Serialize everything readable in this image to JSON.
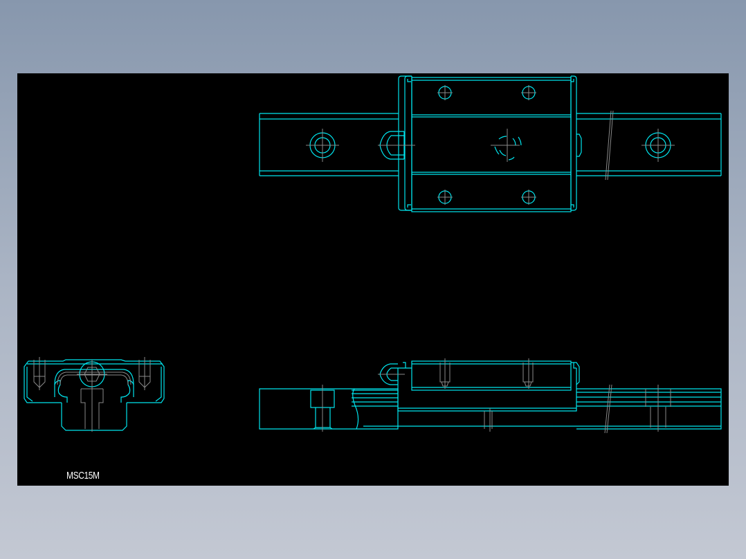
{
  "drawing": {
    "part_label": "MSC15M",
    "background_color": "#000000",
    "line_color": "#00e5ee",
    "centerline_color": "#8a8a8a",
    "views": [
      {
        "name": "top-view",
        "description": "Linear guide carriage on rail, plan view"
      },
      {
        "name": "side-view",
        "description": "Carriage on rail, side elevation with cutaway"
      },
      {
        "name": "end-view",
        "description": "Carriage cross-section end view"
      }
    ]
  }
}
